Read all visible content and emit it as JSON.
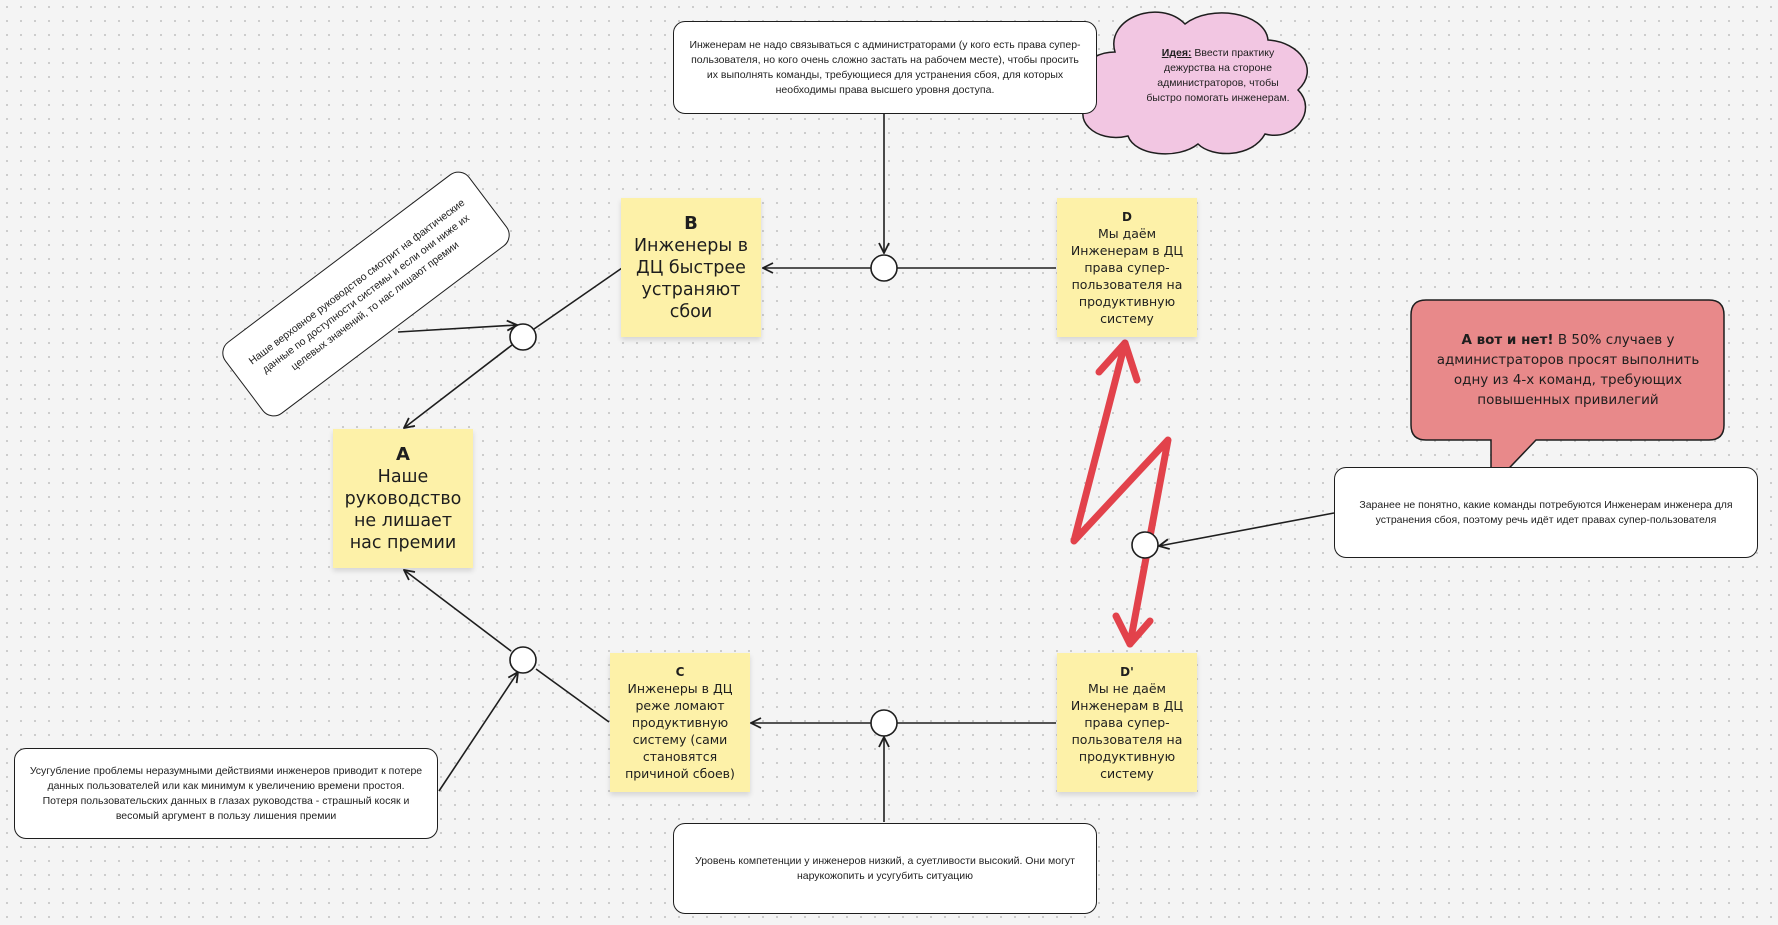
{
  "colors": {
    "sticky": "#fdf1a8",
    "cloud": "#f2c6e2",
    "bubble": "#e8898a",
    "lightning": "#e2424b"
  },
  "nodes": {
    "a": {
      "letter": "A",
      "text": "Наше руководство не лишает нас премии"
    },
    "b": {
      "letter": "B",
      "text": "Инженеры в ДЦ быстрее устраняют сбои"
    },
    "c": {
      "letter": "C",
      "text": "Инженеры в ДЦ реже ломают продуктивную систему (сами становятся причиной сбоев)"
    },
    "d": {
      "letter": "D",
      "text": "Мы даём Инженерам в ДЦ права супер-пользователя на продуктивную систему"
    },
    "d_prime": {
      "letter": "D'",
      "text": "Мы не даём Инженерам в ДЦ права супер-пользователя на продуктивную систему"
    }
  },
  "notes": {
    "top": "Инженерам не надо связываться с администраторами (у кого есть права супер-пользователя, но кого очень сложно застать на рабочем месте), чтобы просить их выполнять команды, требующиеся для устранения сбоя, для которых необходимы права высшего уровня доступа.",
    "left_rotated": "Наше верховное руководство смотрит на фактические данные по доступности системы и если они ниже их целевых значений, то нас лишают премии",
    "bottom_left_1": "Усугубление проблемы неразумными действиями инженеров приводит к потере данных пользователей или как минимум к увеличению времени простоя.",
    "bottom_left_2": "Потеря пользовательских данных в глазах руководства - страшный косяк и весомый аргумент в пользу лишения премии",
    "bottom": "Уровень компетенции у инженеров низкий, а суетливости высокий. Они могут нарукожопить и усугубить ситуацию",
    "right": "Заранее не понятно, какие команды потребуются Инженерам инженера для устранения сбоя, поэтому речь идёт идет правах супер-пользователя"
  },
  "cloud": {
    "label": "Идея:",
    "text": " Ввести практику дежурства на стороне администраторов, чтобы быстро помогать инженерам."
  },
  "bubble": {
    "bold": "А вот и нет!",
    "text": " В 50% случаев у администраторов просят выполнить одну из 4-х команд, требующих повышенных привилегий"
  }
}
